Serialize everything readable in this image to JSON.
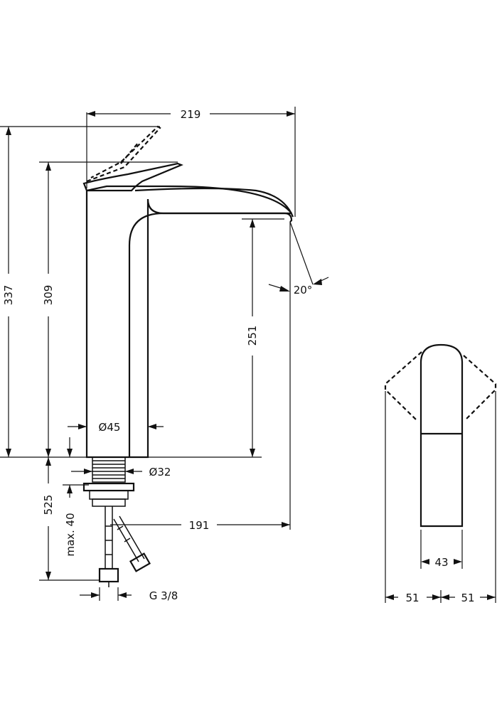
{
  "dimensions": {
    "width_total": "219",
    "height_lever_open": "337",
    "height_lever_closed": "309",
    "spout_height": "251",
    "lever_angle": "20°",
    "body_diameter": "Ø45",
    "thread_diameter": "Ø32",
    "projection": "191",
    "below_counter": "525",
    "max_thickness": "max. 40",
    "connection": "G 3/8",
    "handle_width": "43",
    "swing_left": "51",
    "swing_right": "51"
  }
}
